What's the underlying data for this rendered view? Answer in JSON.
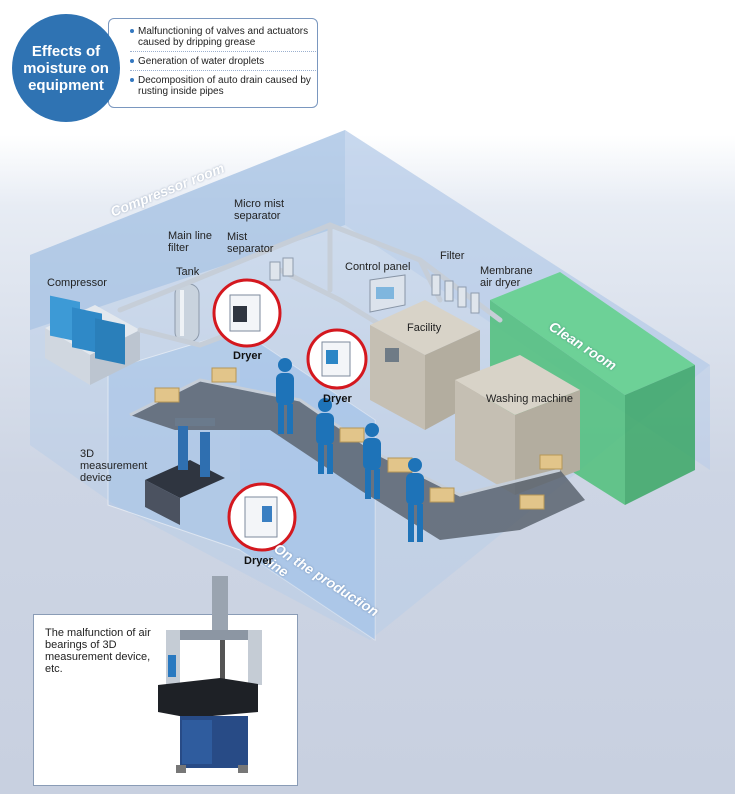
{
  "effects": {
    "title": "Effects of moisture on equipment",
    "items": [
      "Malfunctioning of valves and actuators caused by dripping grease",
      "Generation of water droplets",
      "Decomposition of auto drain caused by rusting inside pipes"
    ]
  },
  "rooms": {
    "compressor_room": "Compressor room",
    "clean_room": "Clean room",
    "production_line": "On the production line"
  },
  "labels": {
    "compressor": "Compressor",
    "main_line_filter": "Main line filter",
    "tank": "Tank",
    "micro_mist_separator": "Micro mist separator",
    "mist_separator": "Mist separator",
    "control_panel": "Control panel",
    "filter": "Filter",
    "membrane_air_dryer": "Membrane air dryer",
    "facility": "Facility",
    "washing_machine": "Washing machine",
    "measurement_device": "3D measurement device",
    "dryer": "Dryer"
  },
  "caption": "The malfunction of air bearings of 3D measurement device, etc.",
  "colors": {
    "accent_blue": "#2f73b3",
    "highlight_red": "#d4181f",
    "clean_room_green": "#4fc07a",
    "room_glass": "#8fb3de",
    "worker_blue": "#1e73b8"
  }
}
